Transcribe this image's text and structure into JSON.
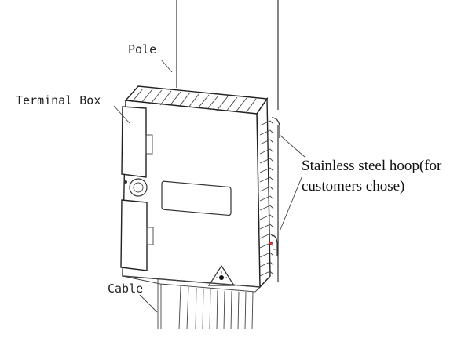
{
  "labels": {
    "pole": "Pole",
    "terminal_box": "Terminal Box",
    "hoop_line1": "Stainless steel hoop(for",
    "hoop_line2": "customers chose)",
    "cable": "Cable"
  },
  "icons": {
    "warning": "laser-warning-icon"
  }
}
